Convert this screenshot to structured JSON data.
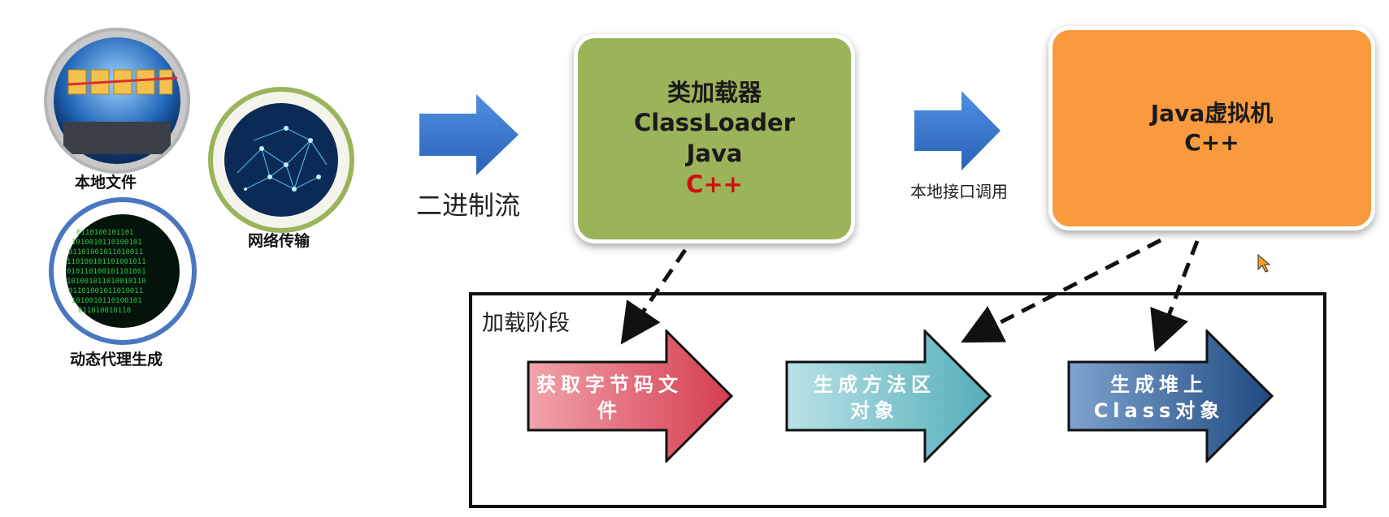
{
  "sources": {
    "local_file": "本地文件",
    "network": "网络传输",
    "dynamic_proxy": "动态代理生成"
  },
  "flows": {
    "binary_stream": "二进制流",
    "native_call": "本地接口调用"
  },
  "classloader_box": {
    "line1": "类加载器",
    "line2": "ClassLoader",
    "line3": "Java",
    "line4": "C++",
    "fill": "#9bb45a",
    "accent": "#d01010"
  },
  "jvm_box": {
    "line1": "Java虚拟机",
    "line2": "C++",
    "fill": "#f99a3e"
  },
  "loading_stage": {
    "title": "加载阶段",
    "steps": [
      {
        "label_line1": "获取字节码文",
        "label_line2": "件",
        "color": "#d9505f"
      },
      {
        "label_line1": "生成方法区",
        "label_line2": "对象",
        "color": "#6bbcc4"
      },
      {
        "label_line1": "生成堆上",
        "label_line2": "Class对象",
        "color": "#2f5f94"
      }
    ]
  },
  "colors": {
    "flow_arrow": "#3b7ad2"
  }
}
